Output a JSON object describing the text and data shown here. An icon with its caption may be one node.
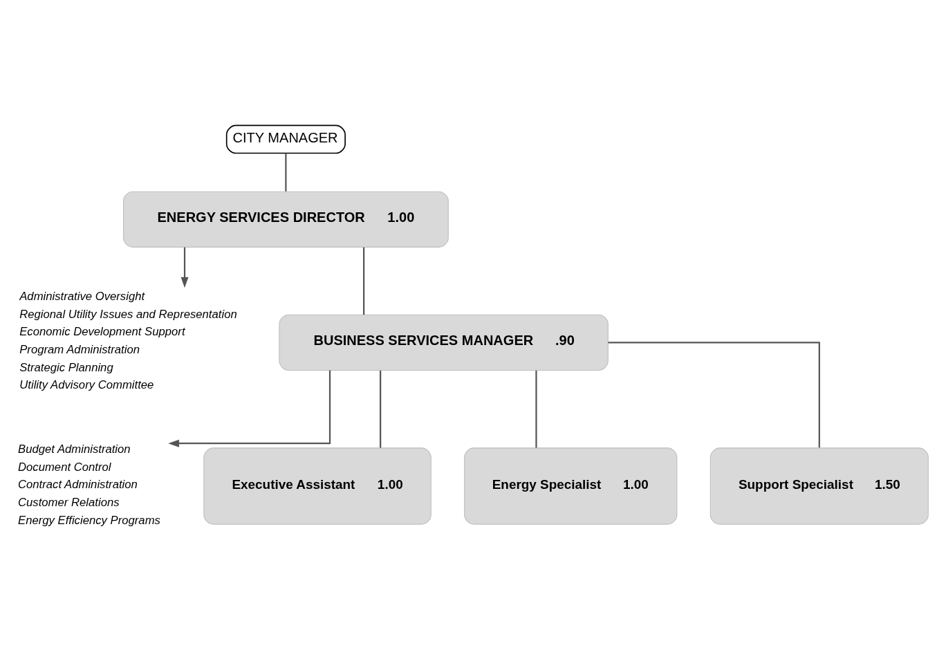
{
  "diagram": {
    "nodes": [
      {
        "text": [
          "CITY MANAGER"
        ]
      },
      {
        "text": [
          "ENERGY SERVICES DIRECTOR",
          "1.00"
        ]
      },
      {
        "text": [
          "Administrative Oversight",
          "Regional Utility Issues and Representation",
          "Economic Development Support",
          "Program Administration",
          "Strategic Planning",
          "Utility Advisory Committee"
        ]
      },
      {
        "text": [
          "BUSINESS SERVICES MANAGER",
          ".90"
        ]
      },
      {
        "text": [
          "Budget Administration",
          "Document Control",
          "Contract Administration",
          "Customer Relations",
          "Energy Efficiency Programs"
        ]
      },
      {
        "text": [
          "Executive Assistant",
          "1.00"
        ]
      },
      {
        "text": [
          "Energy Specialist",
          "1.00"
        ]
      },
      {
        "text": [
          "Support Specialist",
          "1.50"
        ]
      }
    ],
    "edges": [
      {
        "from": 0,
        "to": 1,
        "arrow": "none"
      },
      {
        "from": 1,
        "to": 2,
        "arrow": "to"
      },
      {
        "from": 1,
        "to": 3,
        "arrow": "none"
      },
      {
        "from": 3,
        "to": 4,
        "arrow": "to"
      },
      {
        "from": 3,
        "to": 5,
        "arrow": "none"
      },
      {
        "from": 3,
        "to": 6,
        "arrow": "none"
      },
      {
        "from": 3,
        "to": 7,
        "arrow": "none"
      }
    ]
  }
}
